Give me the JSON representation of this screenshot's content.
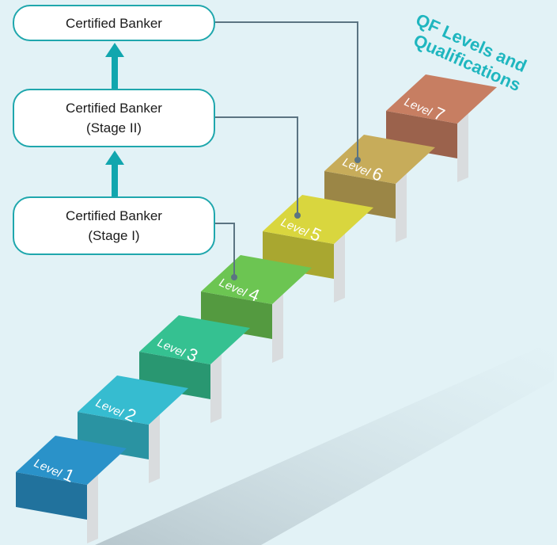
{
  "title": {
    "line1": "QF Levels and",
    "line2": "Qualifications"
  },
  "qualifications": [
    {
      "line1": "Certified Banker",
      "line2": ""
    },
    {
      "line1": "Certified Banker",
      "line2": "(Stage II)"
    },
    {
      "line1": "Certified Banker",
      "line2": "(Stage I)"
    }
  ],
  "levels": [
    {
      "label": "Level",
      "num": "1",
      "color": "#2a92c9"
    },
    {
      "label": "Level",
      "num": "2",
      "color": "#36bcd0"
    },
    {
      "label": "Level",
      "num": "3",
      "color": "#35c191"
    },
    {
      "label": "Level",
      "num": "4",
      "color": "#6cc552"
    },
    {
      "label": "Level",
      "num": "5",
      "color": "#d9d63e"
    },
    {
      "label": "Level",
      "num": "6",
      "color": "#c7ac5a"
    },
    {
      "label": "Level",
      "num": "7",
      "color": "#c77e62"
    }
  ],
  "colors": {
    "background": "#e2f2f6",
    "box_border": "#1fa7ad",
    "arrow": "#11a6ae",
    "connector": "#5b7482",
    "title": "#1fb6bf"
  }
}
